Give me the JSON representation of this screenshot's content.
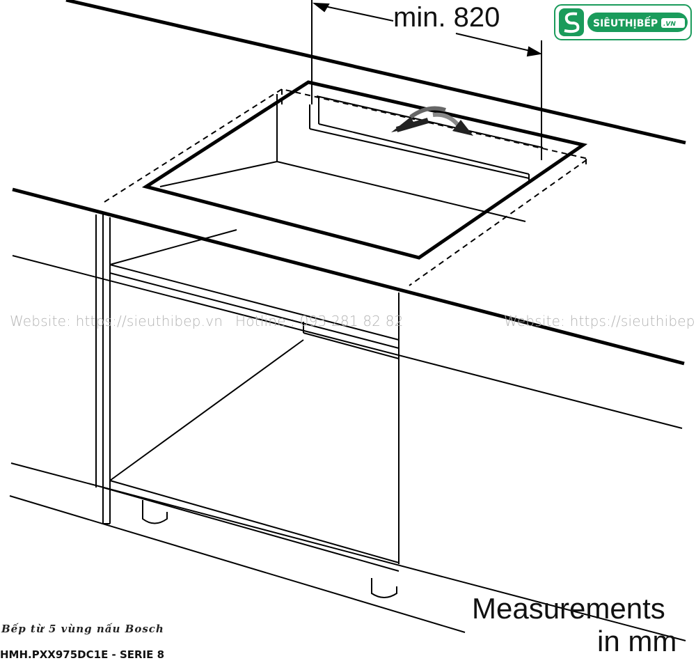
{
  "dimension": {
    "label": "min. 820"
  },
  "measurements_note": {
    "line1": "Measurements",
    "line2": "in mm"
  },
  "watermarks": {
    "left": "Website: https://sieuthibep.vn",
    "hotline": "Hotline : 093 281 82 82",
    "right": "Website: https://sieuthibep.vn"
  },
  "logo": {
    "text": "SIÊUTHỊBẾP",
    "suffix": ".VN",
    "color": "#1a9b5b"
  },
  "product": {
    "title": "Bếp từ 5 vùng nấu Bosch",
    "model": "HMH.PXX975DC1E - SERIE 8"
  }
}
